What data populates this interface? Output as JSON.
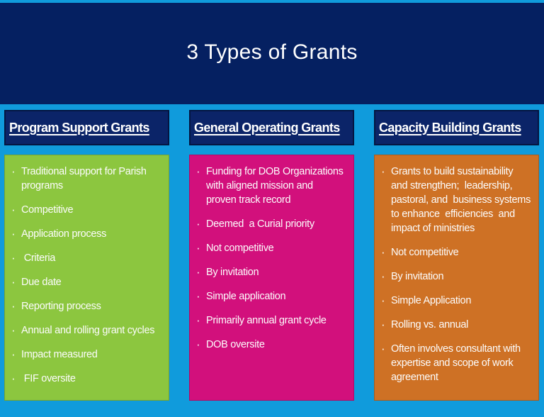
{
  "bullet_char": "·",
  "slide": {
    "title": "3 Types of Grants"
  },
  "colors": {
    "page_bg": "#109BDC",
    "title_band_bg": "#052061",
    "header_bg": "#0B2468",
    "header_border": "#041541",
    "text": "#FFFFFF",
    "program_support_bg": "#8CC63F",
    "general_operating_bg": "#D2107C",
    "capacity_building_bg": "#CE7125"
  },
  "columns": [
    {
      "header": "Program Support Grants",
      "items": [
        "Traditional support for Parish\nprograms",
        "Competitive",
        "Application process",
        " Criteria",
        "Due date",
        "Reporting process",
        "Annual and rolling grant cycles",
        "Impact measured",
        " FIF oversite"
      ]
    },
    {
      "header": "General Operating Grants",
      "items": [
        "Funding for DOB Organizations\nwith aligned mission and\nproven track record",
        "Deemed  a Curial priority",
        "Not competitive",
        "By invitation",
        "Simple application",
        "Primarily annual grant cycle",
        "DOB oversite"
      ]
    },
    {
      "header": "Capacity Building Grants",
      "items": [
        "Grants to build sustainability\nand strengthen;  leadership,\npastoral, and  business systems\nto enhance  efficiencies  and\nimpact of ministries",
        "Not competitive",
        "By invitation",
        "Simple Application",
        "Rolling vs. annual",
        "Often involves consultant with\nexpertise and scope of work\nagreement"
      ]
    }
  ]
}
